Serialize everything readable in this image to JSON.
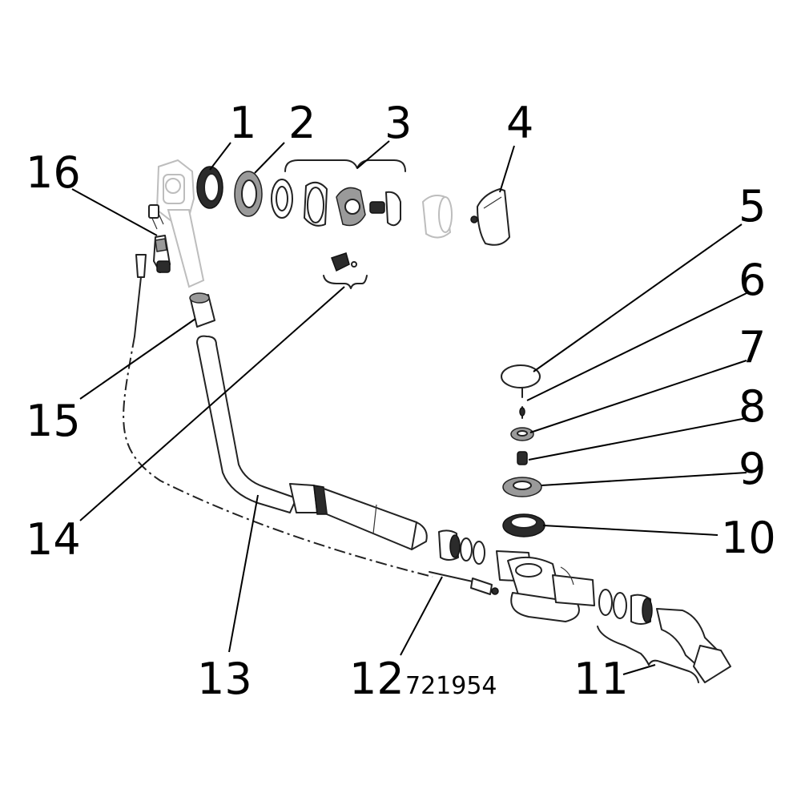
{
  "diagram": {
    "drawing_number": "721954",
    "callouts": [
      {
        "id": "1",
        "label": "1"
      },
      {
        "id": "2",
        "label": "2"
      },
      {
        "id": "3",
        "label": "3"
      },
      {
        "id": "4",
        "label": "4"
      },
      {
        "id": "5",
        "label": "5"
      },
      {
        "id": "6",
        "label": "6"
      },
      {
        "id": "7",
        "label": "7"
      },
      {
        "id": "8",
        "label": "8"
      },
      {
        "id": "9",
        "label": "9"
      },
      {
        "id": "10",
        "label": "10"
      },
      {
        "id": "11",
        "label": "11"
      },
      {
        "id": "12",
        "label": "12"
      },
      {
        "id": "13",
        "label": "13"
      },
      {
        "id": "14",
        "label": "14"
      },
      {
        "id": "15",
        "label": "15"
      },
      {
        "id": "16",
        "label": "16"
      }
    ]
  }
}
